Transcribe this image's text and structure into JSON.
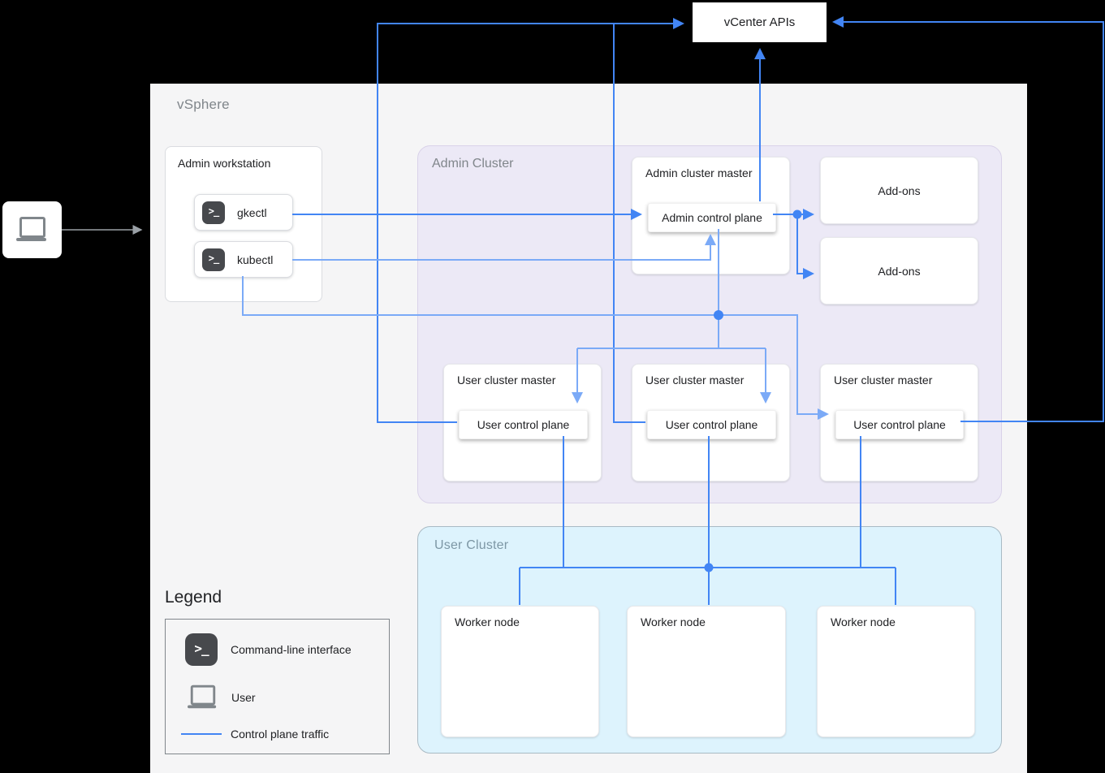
{
  "diagram": {
    "vcenter": {
      "label": "vCenter APIs"
    },
    "vsphere": {
      "label": "vSphere"
    },
    "admin_workstation": {
      "label": "Admin workstation",
      "tools": [
        {
          "label": "gkectl"
        },
        {
          "label": "kubectl"
        }
      ]
    },
    "admin_cluster": {
      "label": "Admin Cluster",
      "master": {
        "label": "Admin cluster master",
        "control_plane": "Admin control plane"
      },
      "addons": [
        {
          "label": "Add-ons"
        },
        {
          "label": "Add-ons"
        }
      ],
      "user_masters": [
        {
          "label": "User cluster master",
          "control_plane": "User control plane"
        },
        {
          "label": "User cluster master",
          "control_plane": "User control plane"
        },
        {
          "label": "User cluster master",
          "control_plane": "User control plane"
        }
      ]
    },
    "user_cluster": {
      "label": "User Cluster",
      "workers": [
        {
          "label": "Worker node"
        },
        {
          "label": "Worker node"
        },
        {
          "label": "Worker node"
        }
      ]
    }
  },
  "legend": {
    "title": "Legend",
    "items": [
      {
        "icon": "terminal-icon",
        "label": "Command-line interface"
      },
      {
        "icon": "laptop-icon",
        "label": "User"
      },
      {
        "icon": "control-plane-line",
        "label": "Control plane traffic"
      }
    ]
  },
  "colors": {
    "control_plane_traffic": "#4285f4",
    "control_plane_traffic_light": "#7baaf7",
    "vsphere_bg": "#f5f5f6",
    "admin_cluster_bg": "#ece9f6",
    "user_cluster_bg": "#ddf3fd",
    "terminal_icon_bg": "#47494d",
    "user_arrow_gray": "#9aa0a6"
  }
}
